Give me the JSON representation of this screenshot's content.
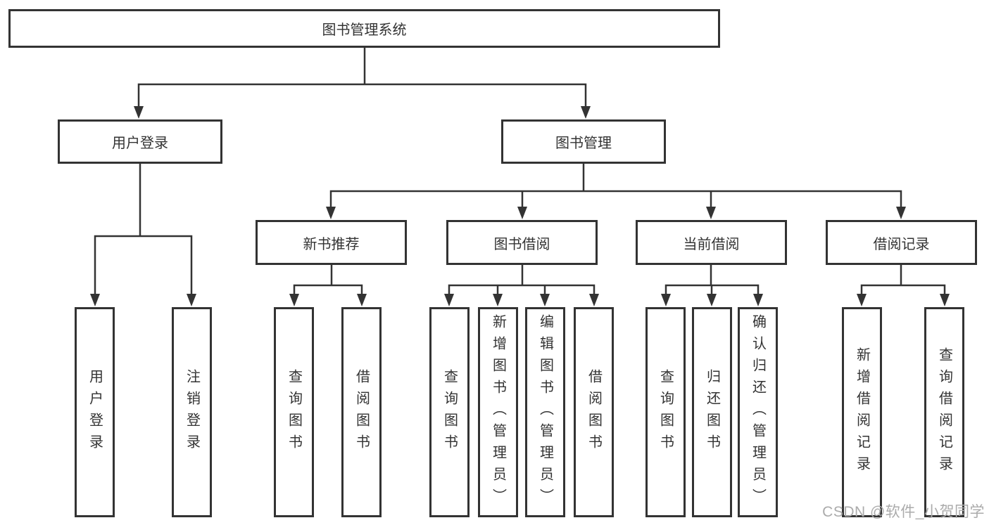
{
  "tree": {
    "root_label": "图书管理系统",
    "branches": [
      {
        "label": "用户登录",
        "children": [
          {
            "label": "用户登录"
          },
          {
            "label": "注销登录"
          }
        ]
      },
      {
        "label": "图书管理",
        "children": [
          {
            "label": "新书推荐",
            "children": [
              {
                "label": "查询图书"
              },
              {
                "label": "借阅图书"
              }
            ]
          },
          {
            "label": "图书借阅",
            "children": [
              {
                "label": "查询图书"
              },
              {
                "label": "新增图书（管理员）"
              },
              {
                "label": "编辑图书（管理员）"
              },
              {
                "label": "借阅图书"
              }
            ]
          },
          {
            "label": "当前借阅",
            "children": [
              {
                "label": "查询图书"
              },
              {
                "label": "归还图书"
              },
              {
                "label": "确认归还（管理员）"
              }
            ]
          },
          {
            "label": "借阅记录",
            "children": [
              {
                "label": "新增借阅记录"
              },
              {
                "label": "查询借阅记录"
              }
            ]
          }
        ]
      }
    ]
  },
  "watermark": {
    "text": "CSDN @软件_小贺同学"
  },
  "colors": {
    "line": "#333333",
    "text": "#333333",
    "watermark": "#ababab",
    "background": "#ffffff"
  }
}
